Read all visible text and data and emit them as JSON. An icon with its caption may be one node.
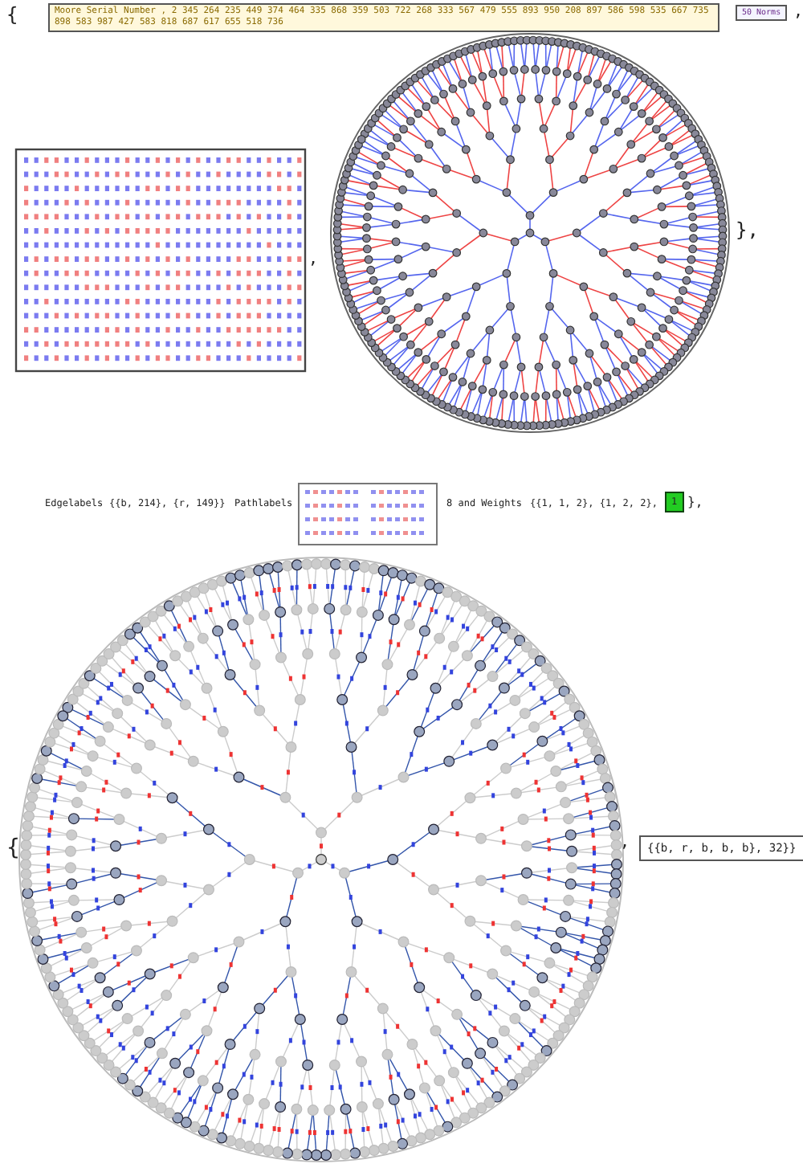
{
  "diagram": {
    "labels": [
      "{",
      "Moore Serial Number , 2 345 264 235 449 374 464 335 868 359 503 722 268 333 567 479 555 893 950 208 897 586 598 535 667 735 898 583 987 427 583 818 687 617 655 518 736",
      "50 Norms",
      ",",
      ",",
      "},",
      "Edgelabels",
      "{{b, 214}, {r, 149}}",
      "Pathlabels",
      "8 and Weights",
      "{{1, 1, 2}, {1, 2, 2},",
      "1",
      "},",
      "{",
      ",",
      "{{b, r, b, b, b}, 32}}"
    ]
  }
}
